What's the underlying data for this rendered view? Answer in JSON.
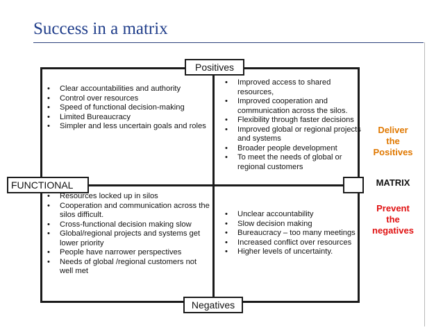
{
  "title": "Success in a matrix",
  "diagram": {
    "top_label": "Positives",
    "bottom_label": "Negatives",
    "left_label": "FUNCTIONAL",
    "top_left": [
      "Clear accountabilities  and authority",
      "Control over resources",
      "Speed of functional decision-making",
      "Limited Bureaucracy",
      "Simpler and less uncertain goals and roles"
    ],
    "top_right": [
      "Improved access to shared resources,",
      "Improved cooperation and communication across the silos.",
      "Flexibility through faster decisions",
      "Improved global or regional projects and systems",
      "Broader people development",
      "To meet the needs of global or regional customers"
    ],
    "bottom_left": [
      "Resources locked up in silos",
      "Cooperation and communication across the silos difficult.",
      "Cross-functional decision making slow",
      "Global/regional projects and systems get lower priority",
      "People have narrower perspectives",
      "Needs of global /regional customers not well met"
    ],
    "bottom_right": [
      "Unclear accountability",
      "Slow decision making",
      "Bureaucracy – too many meetings",
      "Increased conflict over resources",
      "Higher levels of uncertainty."
    ]
  },
  "side": {
    "deliver_line1": "Deliver",
    "deliver_line2": "the",
    "deliver_line3": "Positives",
    "matrix": "MATRIX",
    "prevent_line1": "Prevent",
    "prevent_line2": "the",
    "prevent_line3": "negatives",
    "deliver_color": "#e07800",
    "prevent_color": "#e01010"
  }
}
